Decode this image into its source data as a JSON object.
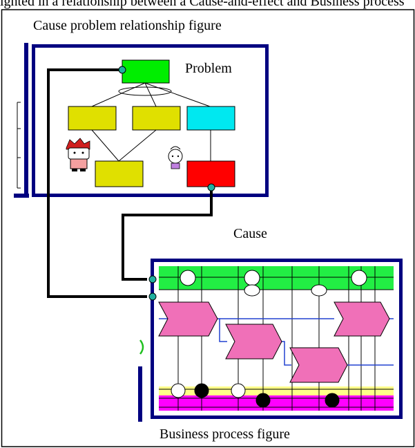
{
  "header_text": "ighted in a relationship between a Cause-and-effect and Business process",
  "cause_diagram": {
    "title": "Cause problem relationship figure",
    "problem_label": "Problem"
  },
  "cause_label": "Cause",
  "business_diagram": {
    "title": "Business process figure"
  },
  "colors": {
    "frame": "#000080",
    "problem_box": "#00ee00",
    "sub_box": "#e0e000",
    "cyan_box": "#00e8f0",
    "cause_box": "#ff0000",
    "green_band": "#22ee44",
    "process_arrow": "#f070b8",
    "yellow_band": "#ffff88",
    "magenta_band": "#ff00ff",
    "connector_dot": "#20b0a0"
  }
}
